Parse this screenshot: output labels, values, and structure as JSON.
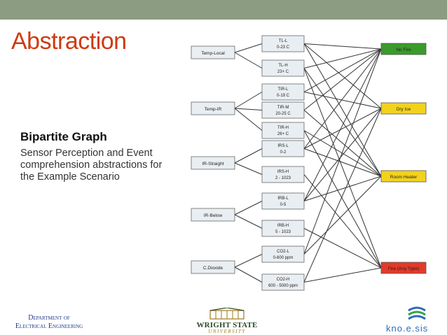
{
  "slide": {
    "title": "Abstraction",
    "subtitle": "Bipartite Graph",
    "description": "Sensor Perception and Event comprehension abstractions for the Example Scenario"
  },
  "footer": {
    "dept_line1": "Department of",
    "dept_line2": "Electrical Engineering",
    "university_name": "WRIGHT STATE",
    "university_sub": "UNIVERSITY",
    "kno_logo": "kno.e.sis",
    "kno_icon": "knoesis-swoosh-icon"
  },
  "colors": {
    "title": "#cf3a10",
    "topbar": "#8c9c82",
    "node_fill": "#e9eef2",
    "event_no_fire": "#3a9a2a",
    "event_yellow": "#f3d21c",
    "event_fire": "#e23a2a"
  },
  "graph": {
    "sensors": [
      {
        "id": "s1",
        "label": "Temp-Local"
      },
      {
        "id": "s2",
        "label": "Temp-IR"
      },
      {
        "id": "s3",
        "label": "IR-Straight"
      },
      {
        "id": "s4",
        "label": "IR-Below"
      },
      {
        "id": "s5",
        "label": "C.Dioxide"
      }
    ],
    "abstractions": [
      {
        "id": "a1",
        "line1": "TL-L",
        "line2": "0-23 C",
        "sensor": "s1"
      },
      {
        "id": "a2",
        "line1": "TL-H",
        "line2": "23+ C",
        "sensor": "s1"
      },
      {
        "id": "a3",
        "line1": "TIR-L",
        "line2": "0-19 C",
        "sensor": "s2"
      },
      {
        "id": "a4",
        "line1": "TIR-M",
        "line2": "20-25 C",
        "sensor": "s2"
      },
      {
        "id": "a5",
        "line1": "TIR-H",
        "line2": "26+ C",
        "sensor": "s2"
      },
      {
        "id": "a6",
        "line1": "IRS-L",
        "line2": "0-2",
        "sensor": "s3"
      },
      {
        "id": "a7",
        "line1": "IRS-H",
        "line2": "2 - 1023",
        "sensor": "s3"
      },
      {
        "id": "a8",
        "line1": "IRB-L",
        "line2": "0-5",
        "sensor": "s4"
      },
      {
        "id": "a9",
        "line1": "IRB-H",
        "line2": "5 - 1023",
        "sensor": "s4"
      },
      {
        "id": "a10",
        "line1": "CO2-L",
        "line2": "0-600 ppm",
        "sensor": "s5"
      },
      {
        "id": "a11",
        "line1": "CO2-H",
        "line2": "600 - 5000 ppm",
        "sensor": "s5"
      }
    ],
    "events": [
      {
        "id": "e1",
        "label": "No Fire",
        "color": "#3a9a2a"
      },
      {
        "id": "e2",
        "label": "Dry Ice",
        "color": "#f3d21c"
      },
      {
        "id": "e3",
        "label": "Room Heater",
        "color": "#f3d21c"
      },
      {
        "id": "e4",
        "label": "Fire (Any Type)",
        "color": "#e23a2a"
      }
    ],
    "edges": [
      [
        "a1",
        "e1"
      ],
      [
        "a1",
        "e2"
      ],
      [
        "a1",
        "e3"
      ],
      [
        "a2",
        "e1"
      ],
      [
        "a2",
        "e3"
      ],
      [
        "a2",
        "e4"
      ],
      [
        "a3",
        "e1"
      ],
      [
        "a3",
        "e2"
      ],
      [
        "a4",
        "e1"
      ],
      [
        "a4",
        "e3"
      ],
      [
        "a5",
        "e3"
      ],
      [
        "a5",
        "e4"
      ],
      [
        "a6",
        "e1"
      ],
      [
        "a6",
        "e2"
      ],
      [
        "a6",
        "e3"
      ],
      [
        "a7",
        "e4"
      ],
      [
        "a8",
        "e1"
      ],
      [
        "a8",
        "e2"
      ],
      [
        "a8",
        "e3"
      ],
      [
        "a9",
        "e4"
      ],
      [
        "a10",
        "e1"
      ],
      [
        "a10",
        "e3"
      ],
      [
        "a11",
        "e2"
      ],
      [
        "a11",
        "e4"
      ]
    ]
  }
}
